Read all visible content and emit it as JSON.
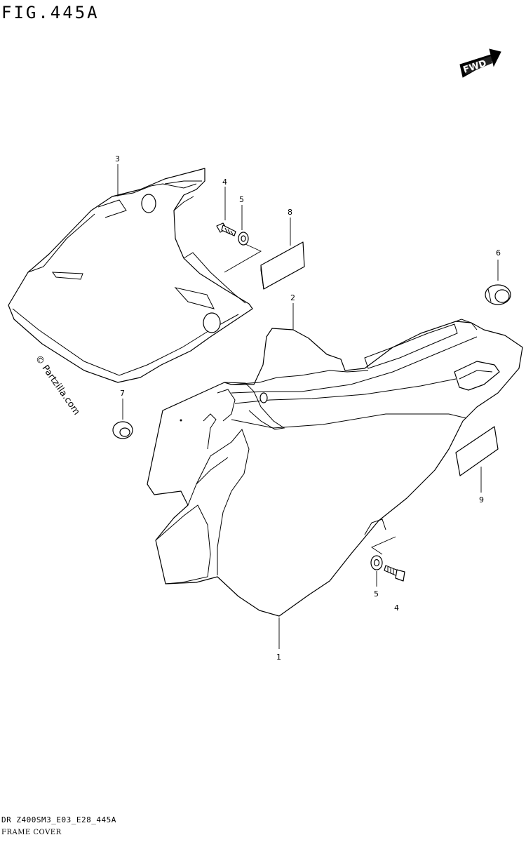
{
  "figure": {
    "title": "FIG.445A",
    "footer_code": "DR Z400SM3_E03_E28_445A",
    "footer_name": "FRAME COVER"
  },
  "watermark": "© Partzilla.com",
  "fwd_label": "FWD",
  "callouts": {
    "c1": "1",
    "c2": "2",
    "c3": "3",
    "c4_top": "4",
    "c5_top": "5",
    "c6": "6",
    "c7": "7",
    "c8": "8",
    "c9": "9",
    "c5_bottom": "5",
    "c4_bottom": "4"
  }
}
